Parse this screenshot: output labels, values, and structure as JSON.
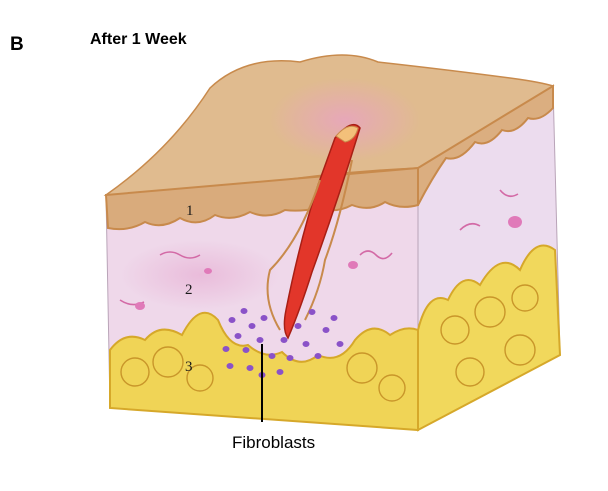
{
  "figure": {
    "panel_letter": "B",
    "title": "After 1 Week",
    "layer_labels": [
      "1",
      "2",
      "3"
    ],
    "callout_label": "Fibroblasts"
  },
  "colors": {
    "epidermis": "#d9b184",
    "epidermis_edge": "#c88a4c",
    "dermis": "#efd8ea",
    "fat": "#f0d456",
    "fat_edge": "#d6a82a",
    "wound": "#e2362a",
    "fibroblast": "#8a52c8"
  }
}
